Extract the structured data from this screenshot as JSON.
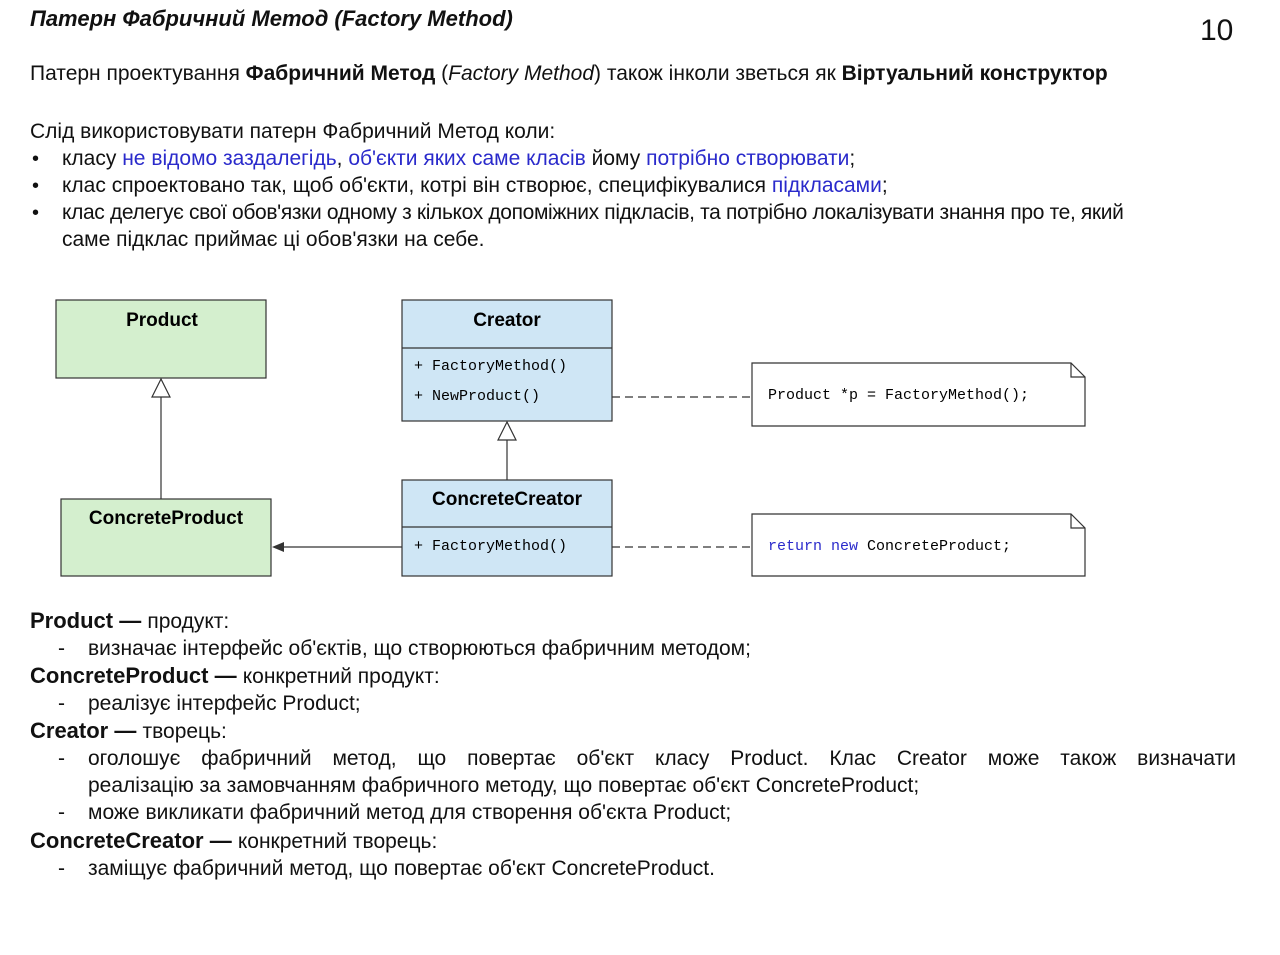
{
  "page": {
    "title": "Патерн Фабричний Метод (Factory Method)",
    "number": "10"
  },
  "intro": {
    "p1": "Патерн проектування ",
    "b1": "Фабричний Метод",
    "p2": " (",
    "i1": "Factory Method",
    "p3": ") також інколи зветься як ",
    "b2": "Віртуальний конструктор"
  },
  "usage": {
    "heading": "Слід використовувати патерн Фабричний Метод коли:",
    "bullet": "•",
    "b1": {
      "t1": "класу ",
      "h1": "не відомо заздалегідь",
      "t2": ", ",
      "h2": "об'єкти яких саме класів",
      "t3": " йому ",
      "h3": "потрібно створювати",
      "t4": ";"
    },
    "b2": {
      "t1": "клас спроектовано так, щоб об'єкти, котрі він створює, специфікувалися ",
      "h1": "підкласами",
      "t2": ";"
    },
    "b3": {
      "line1": "клас делегує свої обов'язки одному з кількох допоміжних підкласів, та потрібно локалізувати знання про те, який",
      "line2": "саме підклас приймає ці обов'язки на себе."
    }
  },
  "diagram": {
    "product": "Product",
    "concrete_product": "ConcreteProduct",
    "creator": "Creator",
    "creator_m1": "+ FactoryMethod()",
    "creator_m2": "+ NewProduct()",
    "concrete_creator": "ConcreteCreator",
    "cc_m1": "+ FactoryMethod()",
    "note1": "Product *p = FactoryMethod();",
    "note2_kw": "return new",
    "note2_rest": " ConcreteProduct;",
    "colors": {
      "product_fill": "#d4efce",
      "creator_fill": "#cfe6f5",
      "keyword": "#2a2acb"
    }
  },
  "participants": {
    "dash": "-",
    "product": {
      "name": "Product",
      "sep": " — ",
      "role": "продукт:"
    },
    "product_d1": "визначає інтерфейс об'єктів, що створюються фабричним методом;",
    "concrete_product": {
      "name": "ConcreteProduct",
      "sep": " — ",
      "role": "конкретний продукт:"
    },
    "concrete_product_d1": "реалізує інтерфейс Product;",
    "creator": {
      "name": "Creator",
      "sep": " — ",
      "role": "творець:"
    },
    "creator_d1a": "оголошує фабричний метод, що повертає об'єкт класу Product. Клас Creator може також визначати",
    "creator_d1b": "реалізацію за замовчанням фабричного методу, що повертає об'єкт ConcreteProduct;",
    "creator_d2": "може викликати фабричний метод для створення об'єкта Product;",
    "concrete_creator": {
      "name": "ConcreteCreator",
      "sep": " — ",
      "role": "конкретний творець:"
    },
    "concrete_creator_d1": "заміщує фабричний метод, що повертає об'єкт ConcreteProduct."
  }
}
